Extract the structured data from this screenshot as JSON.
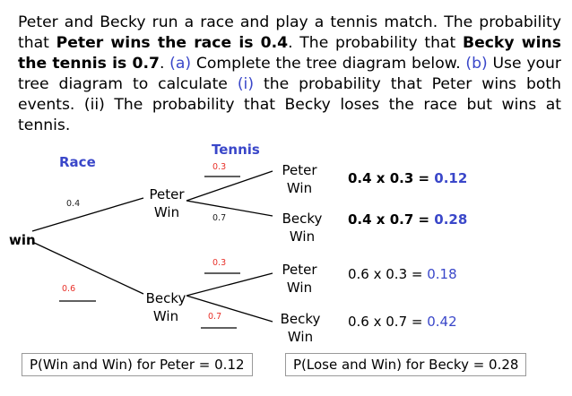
{
  "problem": {
    "p1": "Peter and Becky run a race and play a tennis match. The probability that ",
    "p1b": "Peter wins the race is 0.4",
    "p2": ". The probability that ",
    "p2b": "Becky wins the tennis is 0.7",
    "p3": ". ",
    "a_tag": "(a)",
    "p4": " Complete the tree diagram below. ",
    "b_tag": "(b)",
    "p5": " Use your tree diagram to calculate ",
    "i_tag": "(i)",
    "p6": " the probability that Peter wins both events. (ii) The probability that Becky loses the race but wins at tennis."
  },
  "tree": {
    "race_header": "Race",
    "tennis_header": "Tennis",
    "root": "win",
    "race_outcomes": [
      {
        "line1": "Peter",
        "line2": "Win",
        "prob": "0.4"
      },
      {
        "line1": "Becky",
        "line2": "Win",
        "prob": "0.6"
      }
    ],
    "tennis_outcomes": [
      {
        "line1": "Peter",
        "line2": "Win",
        "prob": "0.3"
      },
      {
        "line1": "Becky",
        "line2": "Win",
        "prob": "0.7"
      },
      {
        "line1": "Peter",
        "line2": "Win",
        "prob": "0.3"
      },
      {
        "line1": "Becky",
        "line2": "Win",
        "prob": "0.7"
      }
    ]
  },
  "calculations": [
    {
      "expr": "0.4 x 0.3 = ",
      "result": "0.12"
    },
    {
      "expr": "0.4 x 0.7 = ",
      "result": "0.28"
    },
    {
      "expr": "0.6 x 0.3 = ",
      "result": "0.18"
    },
    {
      "expr": "0.6 x 0.7 = ",
      "result": "0.42"
    }
  ],
  "answers": {
    "peter": "P(Win and Win) for Peter = 0.12",
    "becky": "P(Lose and Win) for Becky = 0.28"
  },
  "colors": {
    "accent_blue": "#3a47c9",
    "prob_red": "#e8312a"
  }
}
